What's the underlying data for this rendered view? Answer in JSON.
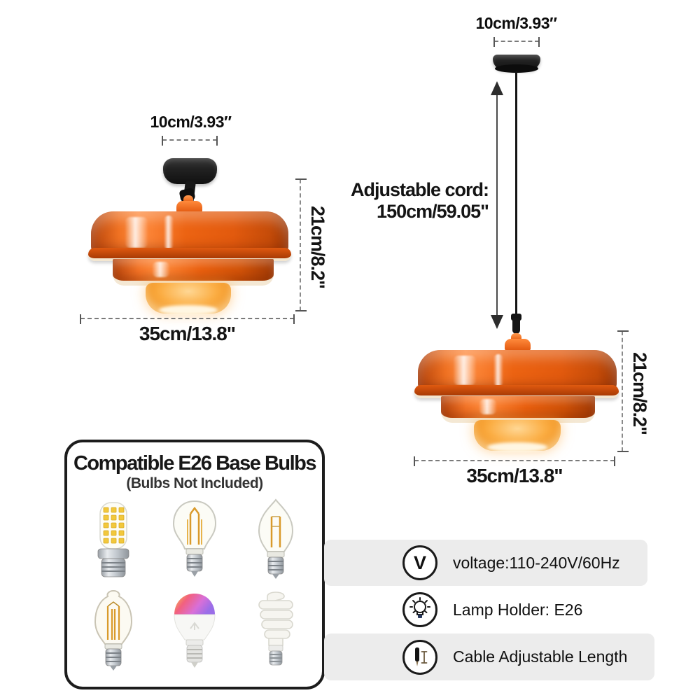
{
  "left_lamp": {
    "top_width_label": "10cm/3.93″",
    "height_label": "21cm/8.2\"",
    "bottom_width_label": "35cm/13.8\""
  },
  "right_lamp": {
    "top_width_label": "10cm/3.93″",
    "cord_label_line1": "Adjustable cord:",
    "cord_label_line2": "150cm/59.05\"",
    "height_label": "21cm/8.2\"",
    "bottom_width_label": "35cm/13.8\""
  },
  "bulb_panel": {
    "title": "Compatible E26 Base Bulbs",
    "subtitle": "(Bulbs Not Included)",
    "bulbs": [
      "corn-led-bulb",
      "a19-filament-bulb",
      "candle-filament-bulb",
      "edison-st64-filament-bulb",
      "smart-rgb-bulb",
      "spiral-cfl-bulb"
    ]
  },
  "specs": {
    "rows": [
      {
        "icon": "voltage-icon",
        "icon_text": "V",
        "label": "voltage:110-240V/60Hz"
      },
      {
        "icon": "lamp-holder-icon",
        "label": "Lamp Holder: E26"
      },
      {
        "icon": "cable-icon",
        "label": "Cable Adjustable Length"
      }
    ]
  },
  "colors": {
    "shade_orange": "#e8590f",
    "glow_amber": "#f7a21b",
    "hardware_black": "#1a1a1a",
    "row_gray": "#ececec"
  }
}
